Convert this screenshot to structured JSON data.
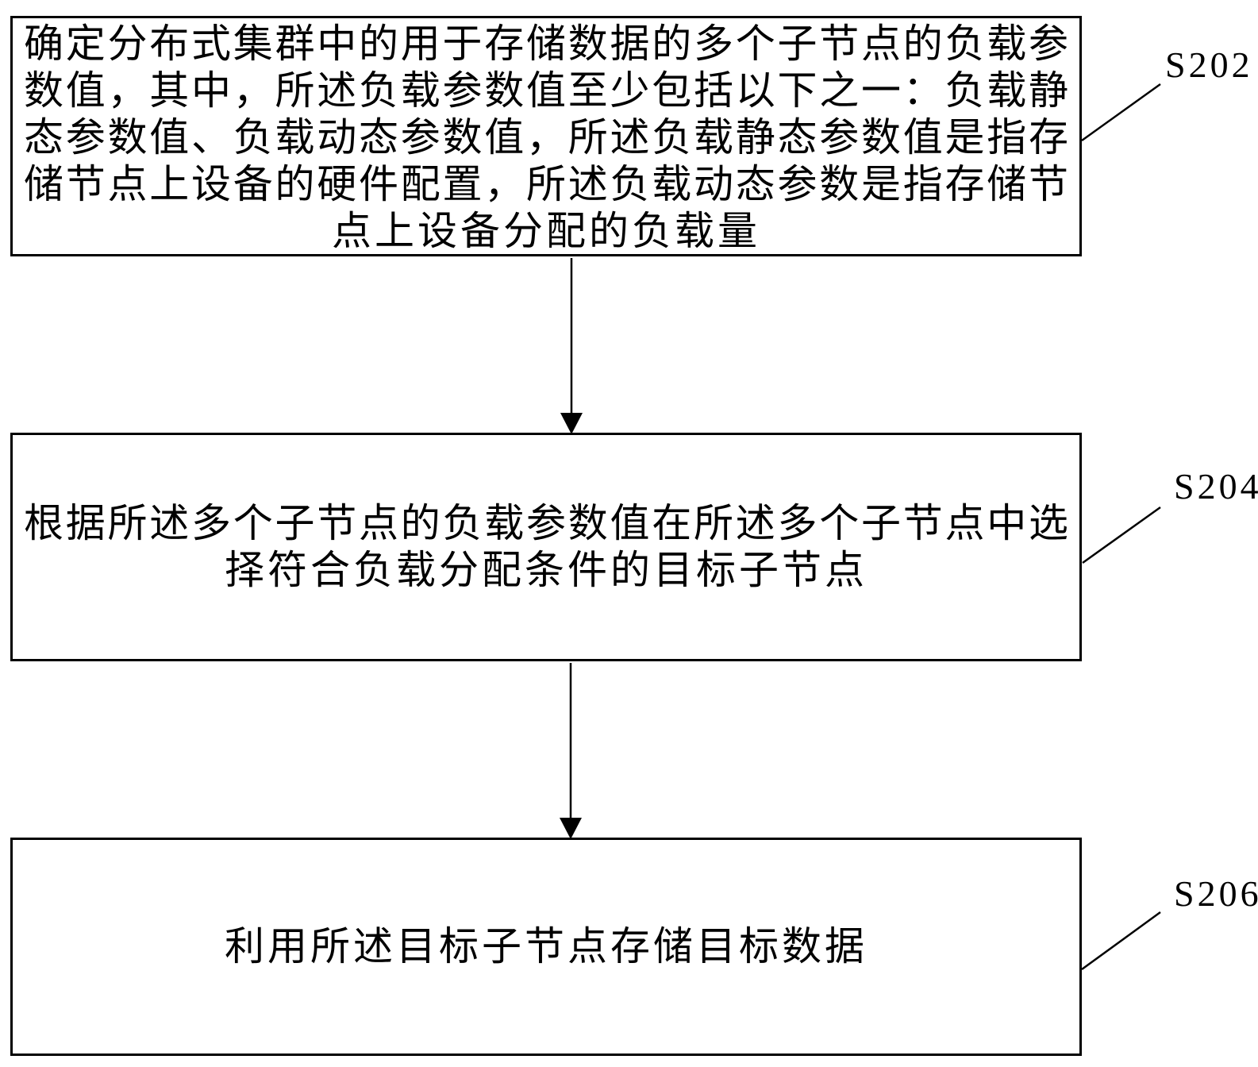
{
  "figure": {
    "background": "#ffffff",
    "ink": "#000000",
    "steps": [
      {
        "label": "S202",
        "lines": [
          "确定分布式集群中的用于存储数据的多个子节点的负载参",
          "数值，其中，所述负载参数值至少包括以下之一：负载静",
          "态参数值、负载动态参数值，所述负载静态参数值是指存",
          "储节点上设备的硬件配置，所述负载动态参数是指存储节",
          "点上设备分配的负载量"
        ]
      },
      {
        "label": "S204",
        "lines": [
          "根据所述多个子节点的负载参数值在所述多个子节点中选",
          "择符合负载分配条件的目标子节点"
        ]
      },
      {
        "label": "S206",
        "lines": [
          "利用所述目标子节点存储目标数据"
        ]
      }
    ]
  }
}
